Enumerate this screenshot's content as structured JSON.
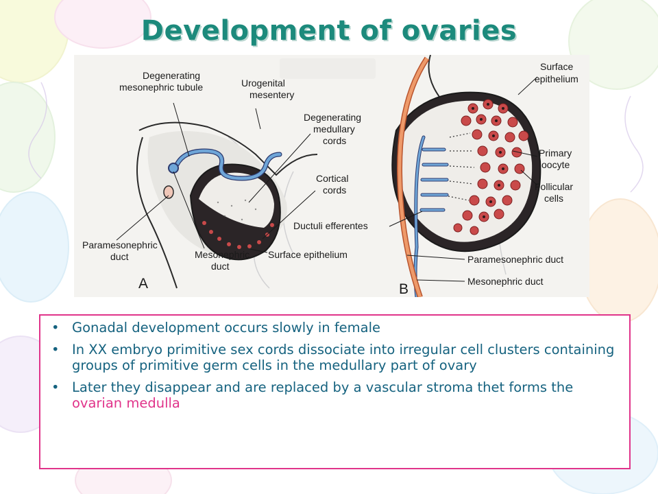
{
  "slide": {
    "title": "Development of ovaries",
    "accent_color": "#e0338a",
    "title_color": "#1c8a7c",
    "text_color": "#15627f"
  },
  "figure": {
    "panel_a": {
      "letter": "A",
      "labels": {
        "degenerating_mesonephric_tubule_1": "Degenerating",
        "degenerating_mesonephric_tubule_2": "mesonephric tubule",
        "urogenital_mesentery_1": "Urogenital",
        "urogenital_mesentery_2": "mesentery",
        "degenerating_medullary_cords_1": "Degenerating",
        "degenerating_medullary_cords_2": "medullary",
        "degenerating_medullary_cords_3": "cords",
        "cortical_cords_1": "Cortical",
        "cortical_cords_2": "cords",
        "paramesonephric_duct_1": "Paramesonephric",
        "paramesonephric_duct_2": "duct",
        "mesonephric_duct_1": "Mesonephric",
        "mesonephric_duct_2": "duct",
        "surface_epithelium": "Surface epithelium"
      }
    },
    "panel_b": {
      "letter": "B",
      "labels": {
        "surface_epithelium_1": "Surface",
        "surface_epithelium_2": "epithelium",
        "primary_oocyte_1": "Primary",
        "primary_oocyte_2": "oocyte",
        "follicular_cells_1": "Follicular",
        "follicular_cells_2": "cells",
        "ductuli_efferentes": "Ductuli efferentes",
        "paramesonephric_duct": "Paramesonephric duct",
        "mesonephric_duct": "Mesonephric duct"
      }
    }
  },
  "bullets": [
    {
      "text": "Gonadal development occurs slowly in female"
    },
    {
      "text": "In XX embryo primitive sex cords dissociate into irregular cell clusters containing groups of primitive germ cells in the medullary part of ovary"
    },
    {
      "text_before": "Later they disappear and are replaced by a vascular stroma thet forms the ",
      "highlight": "ovarian medulla"
    }
  ]
}
